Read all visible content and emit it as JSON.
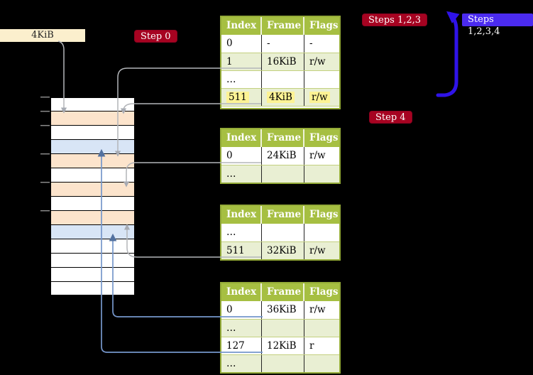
{
  "labels": {
    "page_size": "4KiB",
    "step0": "Step 0",
    "steps123": "Steps 1,2,3",
    "steps1234": "Steps 1,2,3,4",
    "step4": "Step 4"
  },
  "table_columns": [
    "Index",
    "Frame",
    "Flags"
  ],
  "tables": [
    {
      "name": "page-table-step0",
      "rows": [
        {
          "index": "0",
          "frame": "-",
          "flags": "-",
          "shade": "white",
          "highlight": false
        },
        {
          "index": "1",
          "frame": "16KiB",
          "flags": "r/w",
          "shade": "green",
          "highlight": false
        },
        {
          "index": "…",
          "frame": "",
          "flags": "",
          "shade": "white",
          "highlight": false
        },
        {
          "index": "511",
          "frame": "4KiB",
          "flags": "r/w",
          "shade": "green",
          "highlight": true
        }
      ]
    },
    {
      "name": "page-table-a",
      "rows": [
        {
          "index": "0",
          "frame": "24KiB",
          "flags": "r/w",
          "shade": "white",
          "highlight": false
        },
        {
          "index": "…",
          "frame": "",
          "flags": "",
          "shade": "green",
          "highlight": false
        }
      ]
    },
    {
      "name": "page-table-b",
      "rows": [
        {
          "index": "…",
          "frame": "",
          "flags": "",
          "shade": "white",
          "highlight": false
        },
        {
          "index": "511",
          "frame": "32KiB",
          "flags": "r/w",
          "shade": "green",
          "highlight": false
        }
      ]
    },
    {
      "name": "page-table-c",
      "rows": [
        {
          "index": "0",
          "frame": "36KiB",
          "flags": "r/w",
          "shade": "white",
          "highlight": false
        },
        {
          "index": "…",
          "frame": "",
          "flags": "",
          "shade": "green",
          "highlight": false
        },
        {
          "index": "127",
          "frame": "12KiB",
          "flags": "r",
          "shade": "white",
          "highlight": false
        },
        {
          "index": "…",
          "frame": "",
          "flags": "",
          "shade": "green",
          "highlight": false
        }
      ]
    }
  ],
  "memory": {
    "rows": [
      "white",
      "peach",
      "white",
      "blue",
      "peach",
      "white",
      "peach",
      "white",
      "peach",
      "blue",
      "white",
      "white",
      "white",
      "white"
    ]
  },
  "colors": {
    "background": "#000000",
    "table_header_bg": "#a6bf42",
    "table_row_green": "#e9efd3",
    "table_border": "#94ab38",
    "table_divider": "#c3d07f",
    "highlight_yellow": "#fdf394",
    "badge_red": "#a60321",
    "badge_blue": "#4b2bf0",
    "label_beige": "#fbefcd",
    "mem_white": "#ffffff",
    "mem_peach": "#fce4cc",
    "mem_blue": "#d8e5f6",
    "arrow_gray": "#b3b5b9",
    "arrow_gray_head": "#a7abb3",
    "arrow_blue": "#7596cb",
    "arrow_blue_head": "#52719f",
    "arrow_big": "#2f13e8",
    "tick_gray": "#8a8a8a"
  }
}
